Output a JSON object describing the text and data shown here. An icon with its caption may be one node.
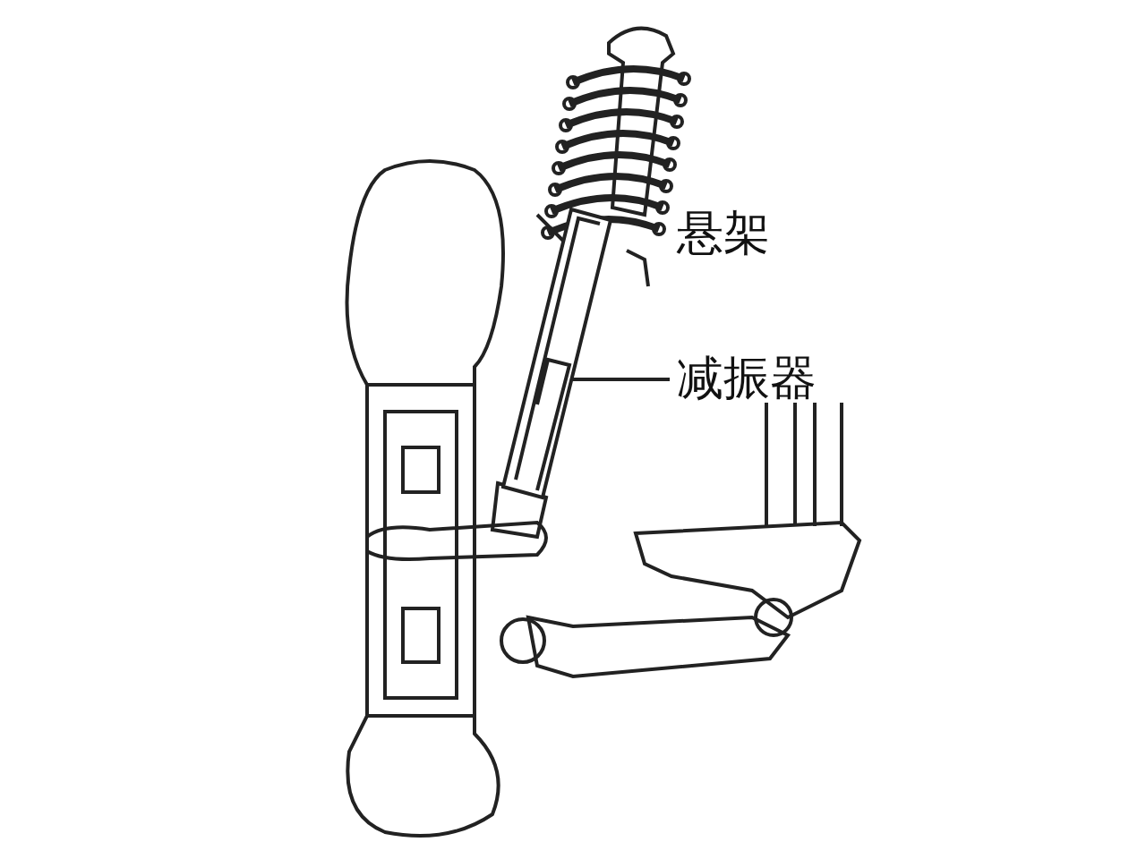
{
  "diagram": {
    "nodes": [
      {
        "text": [
          "减振器"
        ]
      },
      {
        "text": [],
        "shape": "picture"
      }
    ],
    "edges": [
      {
        "from": 0,
        "to": 1,
        "arrow": "none"
      }
    ],
    "labels": [
      "悬架"
    ]
  }
}
